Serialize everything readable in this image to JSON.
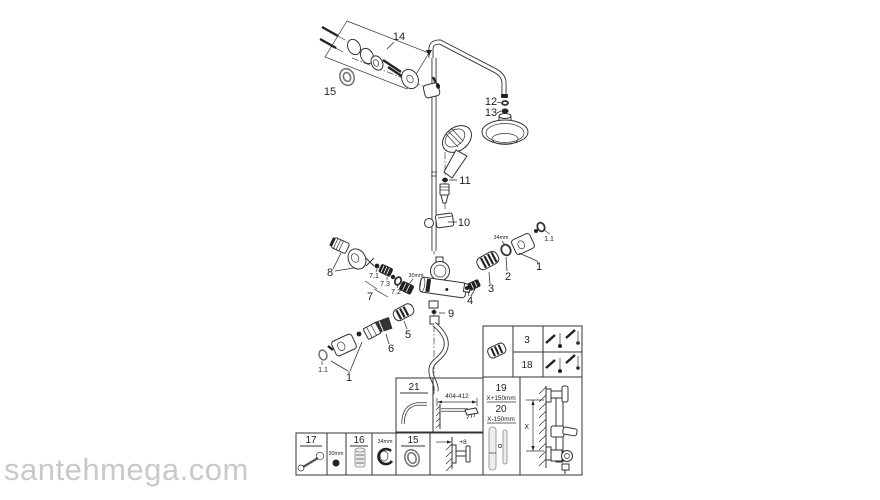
{
  "watermark": {
    "text": "santehmega.com",
    "color": "#c9c9c9"
  },
  "colors": {
    "line": "#333333",
    "light_line": "#999999",
    "text": "#222222",
    "background": "#ffffff"
  },
  "diagram": {
    "parts": {
      "p14": "14",
      "p15": "15",
      "p12": "12",
      "p13": "13",
      "p11": "11",
      "p10": "10",
      "p8": "8",
      "p7": "7",
      "p7_1": "7.1",
      "p7_3": "7.3",
      "p7_2": "7.2",
      "dim_30mm": "30mm",
      "dim_34mm": "34mm",
      "p4": "4",
      "p3": "3",
      "p2": "2",
      "p1_right": "1",
      "p1_1_right": "1.1",
      "p9": "9",
      "p5": "5",
      "p6": "6",
      "p1_left": "1",
      "p1_1_left": "1.1"
    },
    "boxes": {
      "check_valve_box": {
        "row1_label": "3",
        "row2_label": "18"
      },
      "arm_box": {
        "label": "21",
        "dimension": "404-412"
      },
      "rail_length_box": {
        "label_19": "19",
        "dim_19": "X+150mm",
        "label_20": "20",
        "dim_20": "X-150mm",
        "x_label": "X"
      },
      "tool_box": {
        "wrench_label": "17",
        "nut_size": "30mm",
        "cartridge_label": "16",
        "ring_size": "34mm",
        "oring_label": "15",
        "offset_label": "+8"
      }
    }
  }
}
